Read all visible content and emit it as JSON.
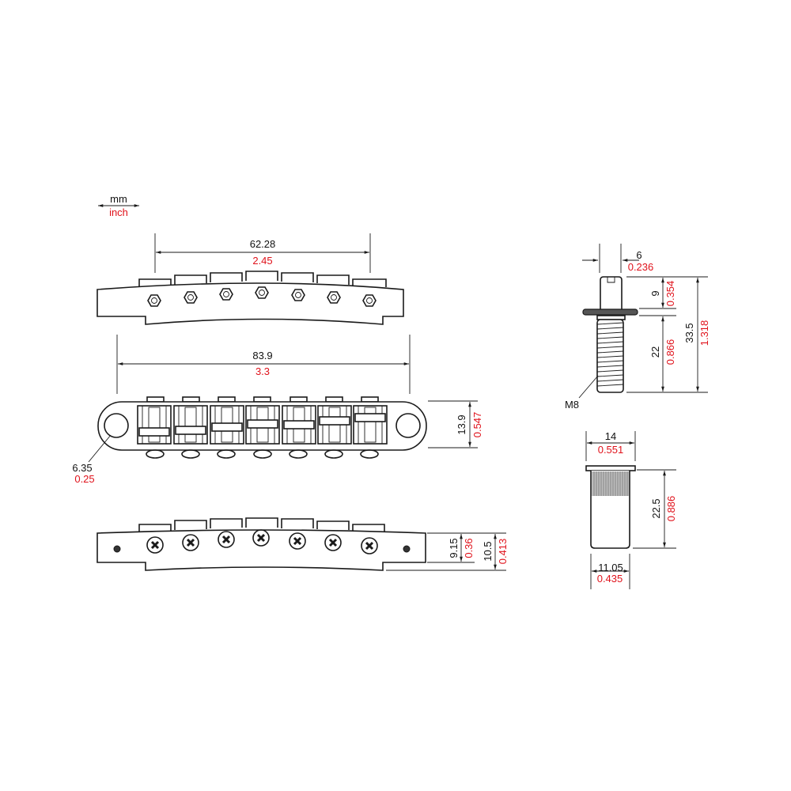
{
  "legend": {
    "mm_label": "mm",
    "inch_label": "inch"
  },
  "colors": {
    "mm_text": "#111111",
    "inch_text": "#e0121b",
    "lines": "#1a1a1a",
    "background": "#ffffff"
  },
  "bridge_top_view": {
    "saddle_spacing_mm": "62.28",
    "saddle_spacing_inch": "2.45",
    "saddle_count": 7
  },
  "bridge_plan_view": {
    "overall_length_mm": "83.9",
    "overall_length_inch": "3.3",
    "width_mm": "13.9",
    "width_inch": "0.547",
    "hole_diameter_mm": "6.35",
    "hole_diameter_inch": "0.25"
  },
  "bridge_front_view": {
    "height_a_mm": "9.15",
    "height_a_inch": "0.36",
    "height_b_mm": "10.5",
    "height_b_inch": "0.413"
  },
  "stud": {
    "head_width_mm": "6",
    "head_width_inch": "0.236",
    "head_height_mm": "9",
    "head_height_inch": "0.354",
    "thread_length_mm": "22",
    "thread_length_inch": "0.866",
    "total_length_mm": "33.5",
    "total_length_inch": "1.318",
    "thread_label": "M8"
  },
  "anchor": {
    "flange_diameter_mm": "14",
    "flange_diameter_inch": "0.551",
    "length_mm": "22.5",
    "length_inch": "0.886",
    "body_diameter_mm": "11.05",
    "body_diameter_inch": "0.435"
  }
}
